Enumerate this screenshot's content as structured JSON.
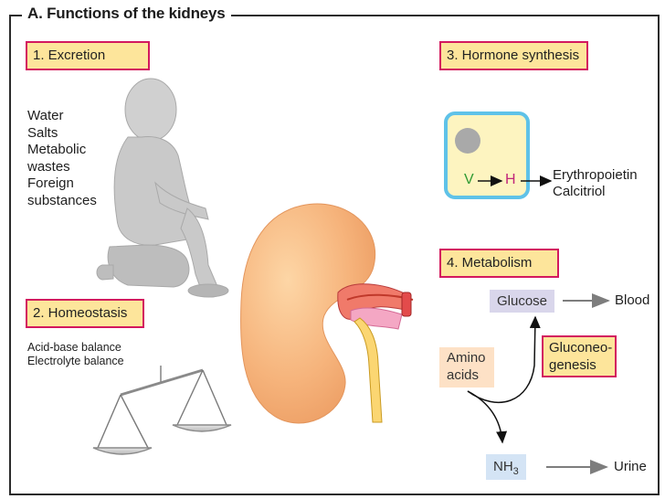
{
  "title": "A. Functions of the kidneys",
  "sections": {
    "excretion": {
      "label": "1. Excretion",
      "items": [
        "Water",
        "Salts",
        "Metabolic",
        "wastes",
        "Foreign",
        "substances"
      ]
    },
    "homeostasis": {
      "label": "2. Homeostasis",
      "items": [
        "Acid-base balance",
        "Electrolyte balance"
      ]
    },
    "hormone": {
      "label": "3. Hormone synthesis",
      "cell_v": "V",
      "cell_h": "H",
      "products": [
        "Erythropoietin",
        "Calcitriol"
      ]
    },
    "metabolism": {
      "label": "4. Metabolism",
      "glucose": "Glucose",
      "blood": "Blood",
      "amino_line1": "Amino",
      "amino_line2": "acids",
      "gluconeo_line1": "Gluconeo-",
      "gluconeo_line2": "genesis",
      "nh3_base": "NH",
      "nh3_sub": "3",
      "urine": "Urine"
    }
  },
  "colors": {
    "label_fill": "#fde59b",
    "label_border": "#d3185f",
    "kidney": "#f5b47c",
    "cell_border": "#5fc2e8",
    "cell_fill": "#fdf4c0",
    "v_color": "#2f9a32",
    "h_color": "#c0267a",
    "glucose_chip": "#d9d6eb",
    "amino_chip": "#fde1c6",
    "nh3_chip": "#d4e4f5"
  }
}
